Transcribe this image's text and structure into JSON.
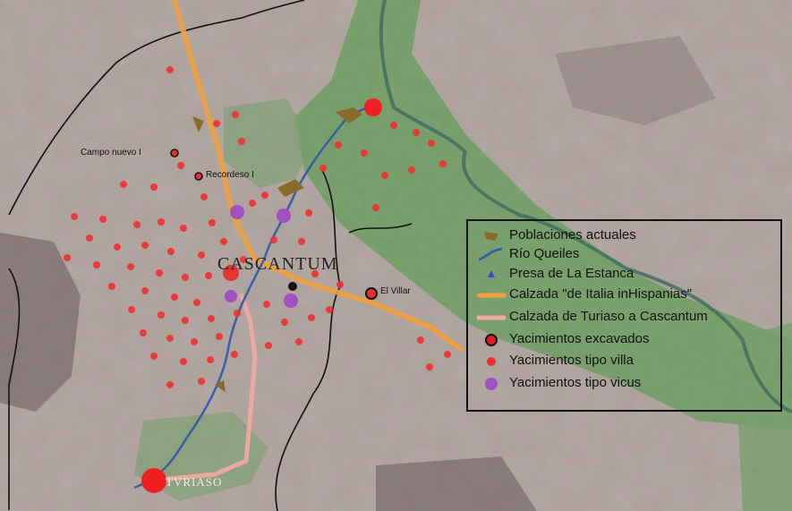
{
  "map": {
    "labels": {
      "cascantum": "CASCANTUM",
      "turiaso": "TVRIASO",
      "campo_nuevo": "Campo nuevo I",
      "recordeso": "Recordeso I",
      "el_villar": "El Villar"
    },
    "legend": {
      "items": [
        {
          "label": "Poblaciones actuales",
          "symbol": "poblacion-icon",
          "color": "#8a6a2a"
        },
        {
          "label": "Río Queiles",
          "symbol": "river-line-icon",
          "color": "#2b5aa6"
        },
        {
          "label": "Presa de La Estanca",
          "symbol": "dam-icon",
          "color": "#3a4bd0"
        },
        {
          "label": "Calzada \"de Italia inHispanias\"",
          "symbol": "road-orange-icon",
          "color": "#f0a040"
        },
        {
          "label": "Calzada de Turiaso a Cascantum",
          "symbol": "road-pink-icon",
          "color": "#f0a9a0"
        },
        {
          "label": "Yacimientos excavados",
          "symbol": "excavated-site-icon",
          "color": "#e02020"
        },
        {
          "label": "Yacimientos tipo villa",
          "symbol": "villa-site-icon",
          "color": "#f03030"
        },
        {
          "label": "Yacimientos tipo vicus",
          "symbol": "vicus-site-icon",
          "color": "#a050c0"
        }
      ]
    }
  }
}
